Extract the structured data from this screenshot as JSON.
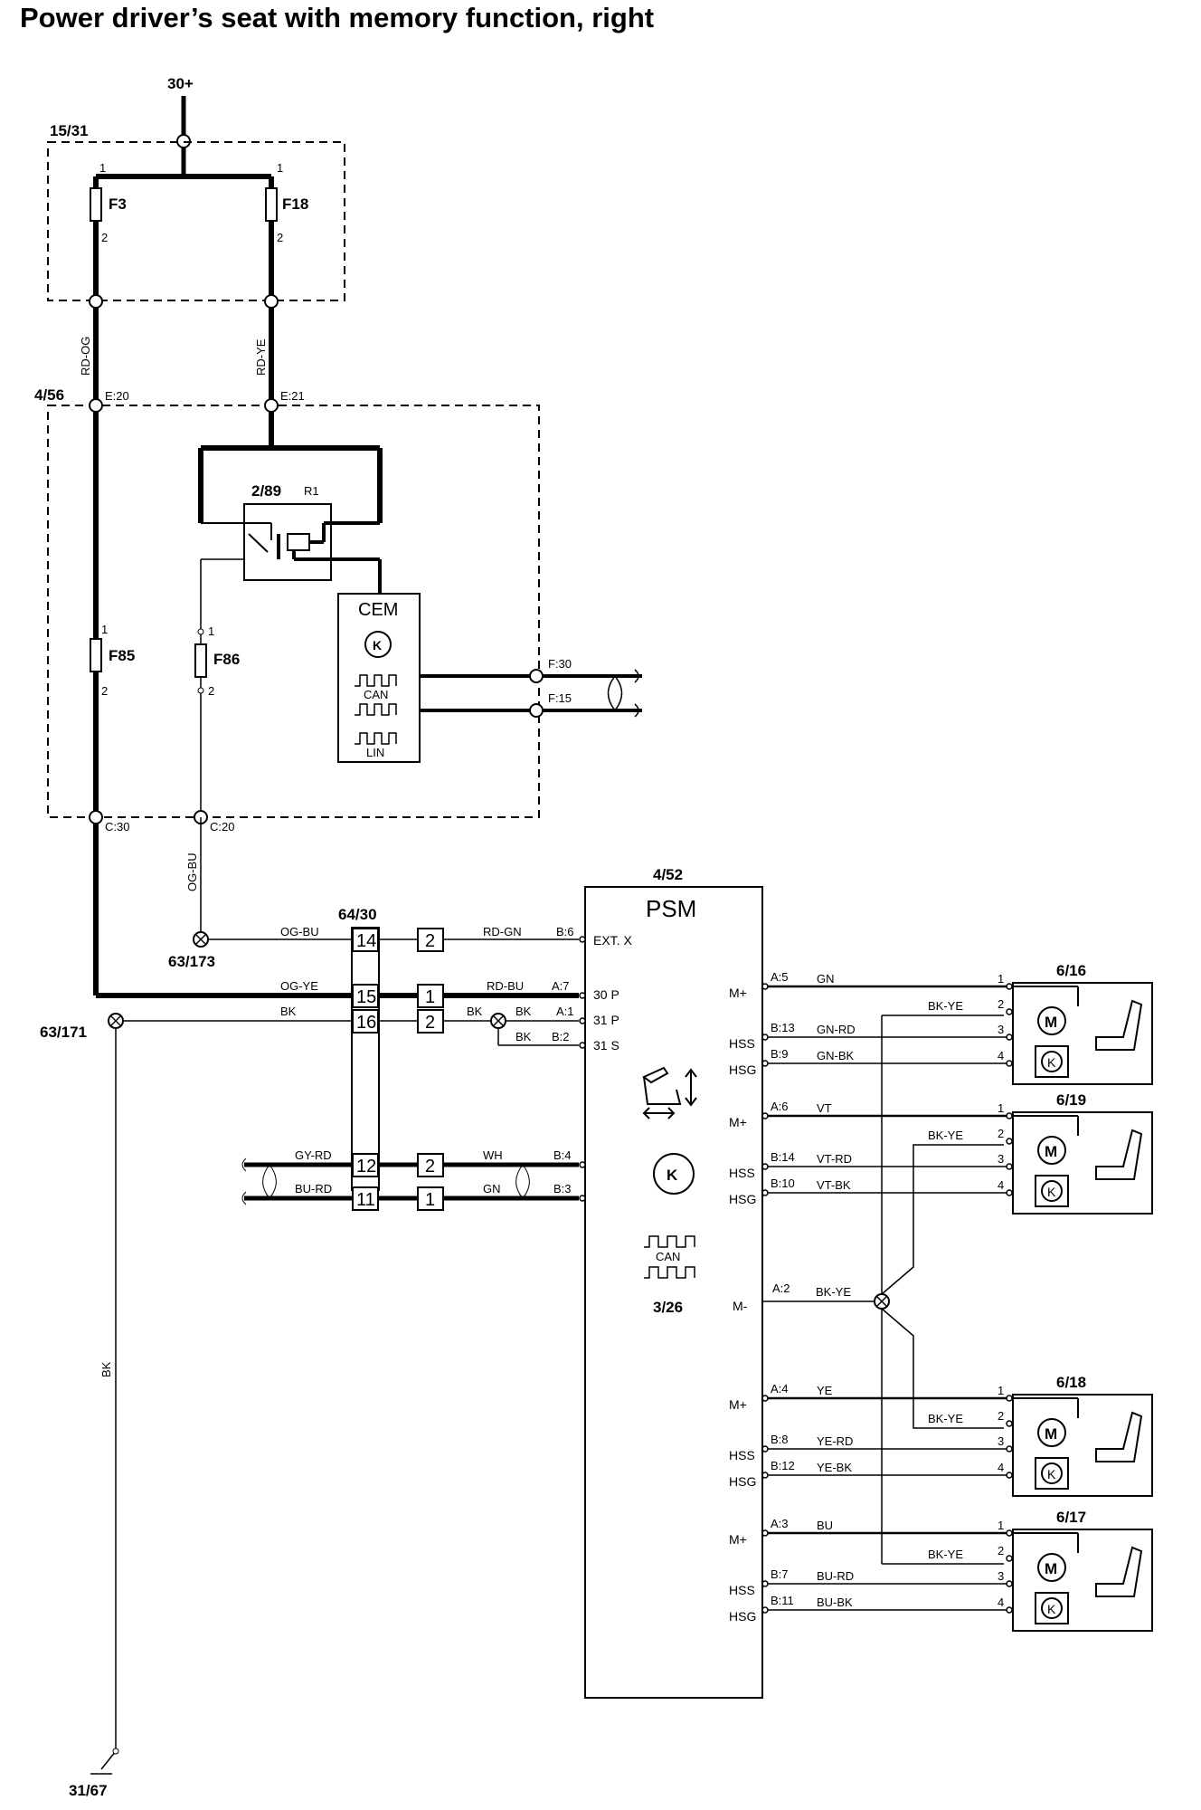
{
  "title": "Power driver’s seat with memory function, right",
  "supply": "30+",
  "ground": "31/67",
  "fusebox": {
    "label": "15/31",
    "fuses": [
      "F3",
      "F18"
    ],
    "pins": [
      "1",
      "2"
    ]
  },
  "cem_box": {
    "label": "4/56",
    "relay_label": "2/89",
    "relay_name": "R1",
    "cem_name": "CEM",
    "can": "CAN",
    "lin": "LIN",
    "fuses": [
      "F85",
      "F86"
    ],
    "connectors": [
      "E:20",
      "E:21",
      "C:30",
      "C:20",
      "F:30",
      "F:15"
    ]
  },
  "wires": {
    "rd_og": "RD-OG",
    "rd_ye": "RD-YE",
    "og_bu": "OG-BU",
    "og_ye": "OG-YE",
    "bk": "BK",
    "rd_gn": "RD-GN",
    "rd_bu": "RD-BU",
    "gy_rd": "GY-RD",
    "bu_rd": "BU-RD",
    "wh": "WH",
    "gn": "GN",
    "bk_ye": "BK-YE"
  },
  "splices": [
    "63/173",
    "63/171"
  ],
  "connector_block": {
    "label": "64/30",
    "left_pins": [
      "14",
      "15",
      "16",
      "12",
      "11"
    ],
    "right_pins": [
      "2",
      "1",
      "2",
      "2",
      "1"
    ]
  },
  "psm": {
    "label": "4/52",
    "name": "PSM",
    "sub_label": "3/26",
    "can": "CAN",
    "inputs": [
      {
        "pin": "B:6",
        "name": "EXT. X"
      },
      {
        "pin": "A:7",
        "name": "30 P"
      },
      {
        "pin": "A:1",
        "name": "31 P"
      },
      {
        "pin": "B:2",
        "name": "31 S"
      },
      {
        "pin": "B:4",
        "name": ""
      },
      {
        "pin": "B:3",
        "name": ""
      }
    ],
    "m_minus": {
      "label": "M-",
      "pin": "A:2",
      "wire": "BK-YE"
    }
  },
  "motors": [
    {
      "label": "6/16",
      "pins": [
        "1",
        "2",
        "3",
        "4"
      ],
      "signals": [
        {
          "name": "M+",
          "pin": "A:5",
          "wire": "GN"
        },
        {
          "name": "HSS",
          "pin": "B:13",
          "wire": "GN-RD"
        },
        {
          "name": "HSG",
          "pin": "B:9",
          "wire": "GN-BK"
        }
      ],
      "ground_wire": "BK-YE"
    },
    {
      "label": "6/19",
      "pins": [
        "1",
        "2",
        "3",
        "4"
      ],
      "signals": [
        {
          "name": "M+",
          "pin": "A:6",
          "wire": "VT"
        },
        {
          "name": "HSS",
          "pin": "B:14",
          "wire": "VT-RD"
        },
        {
          "name": "HSG",
          "pin": "B:10",
          "wire": "VT-BK"
        }
      ],
      "ground_wire": "BK-YE"
    },
    {
      "label": "6/18",
      "pins": [
        "1",
        "2",
        "3",
        "4"
      ],
      "signals": [
        {
          "name": "M+",
          "pin": "A:4",
          "wire": "YE"
        },
        {
          "name": "HSS",
          "pin": "B:8",
          "wire": "YE-RD"
        },
        {
          "name": "HSG",
          "pin": "B:12",
          "wire": "YE-BK"
        }
      ],
      "ground_wire": "BK-YE"
    },
    {
      "label": "6/17",
      "pins": [
        "1",
        "2",
        "3",
        "4"
      ],
      "signals": [
        {
          "name": "M+",
          "pin": "A:3",
          "wire": "BU"
        },
        {
          "name": "HSS",
          "pin": "B:7",
          "wire": "BU-RD"
        },
        {
          "name": "HSG",
          "pin": "B:11",
          "wire": "BU-BK"
        }
      ],
      "ground_wire": "BK-YE"
    }
  ],
  "symbols": {
    "motor": "M",
    "sensor": "K"
  }
}
